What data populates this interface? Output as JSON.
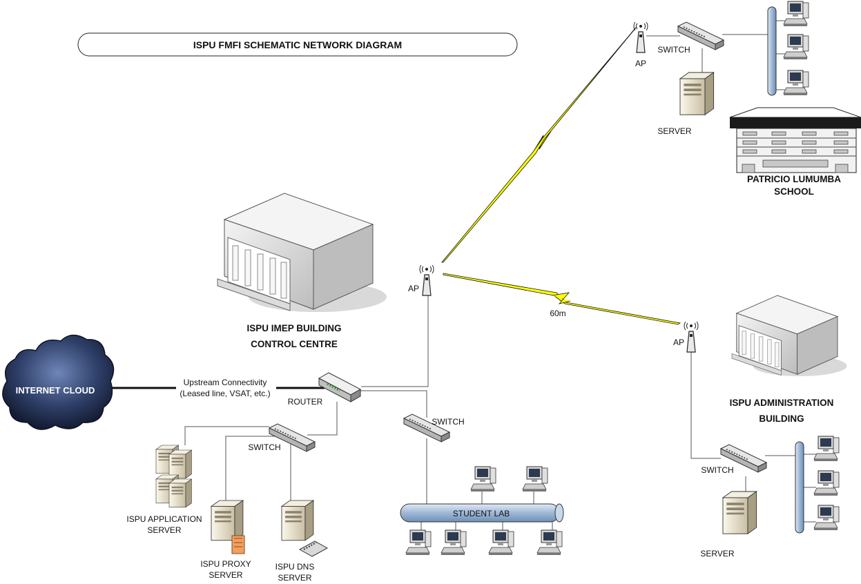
{
  "title": "ISPU FMFI SCHEMATIC NETWORK DIAGRAM",
  "nodes": {
    "internet_cloud": "INTERNET CLOUD",
    "upstream_line1": "Upstream Connectivity",
    "upstream_line2": "(Leased line, VSAT, etc.)",
    "router": "ROUTER",
    "imep_line1": "ISPU IMEP BUILDING",
    "imep_line2": "CONTROL CENTRE",
    "ap_main": "AP",
    "ap_school": "AP",
    "ap_admin": "AP",
    "link_distance": "60m",
    "switch_servers": "SWITCH",
    "switch_lab": "SWITCH",
    "switch_school": "SWITCH",
    "switch_admin": "SWITCH",
    "app_server_line1": "ISPU APPLICATION",
    "app_server_line2": "SERVER",
    "proxy_line1": "ISPU PROXY",
    "proxy_line2": "SERVER",
    "dns_line1": "ISPU DNS",
    "dns_line2": "SERVER",
    "student_lab": "STUDENT LAB",
    "school_server": "SERVER",
    "school_line1": "PATRICIO LUMUMBA",
    "school_line2": "SCHOOL",
    "admin_line1": "ISPU ADMINISTRATION",
    "admin_line2": "BUILDING",
    "admin_server": "SERVER"
  },
  "colors": {
    "wireless_link": "#ffff00",
    "bus": "#b8cce4",
    "cloud": "#1c2a4a"
  }
}
